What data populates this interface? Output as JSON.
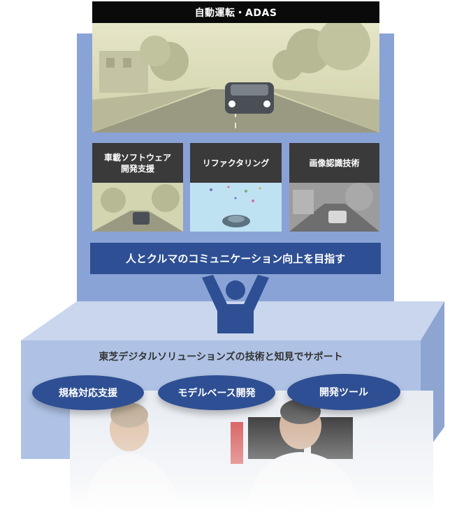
{
  "title": "自動運転・ADAS",
  "cards": [
    {
      "label_line1": "車載ソフトウェア",
      "label_line2": "開発支援"
    },
    {
      "label_line1": "リファクタリング",
      "label_line2": ""
    },
    {
      "label_line1": "画像認識技術",
      "label_line2": ""
    }
  ],
  "goal": "人とクルマのコミュニケーション向上を目指す",
  "support": "東芝デジタルソリューションズの技術と知見でサポート",
  "pills": [
    "規格対応支援",
    "モデルベース開発",
    "開発ツール"
  ],
  "colors": {
    "dark_blue": "#2e4f93",
    "panel_blue": "#8aa3d6",
    "box_blue": "#afc2e5",
    "label_gray": "#3a3a3a"
  }
}
